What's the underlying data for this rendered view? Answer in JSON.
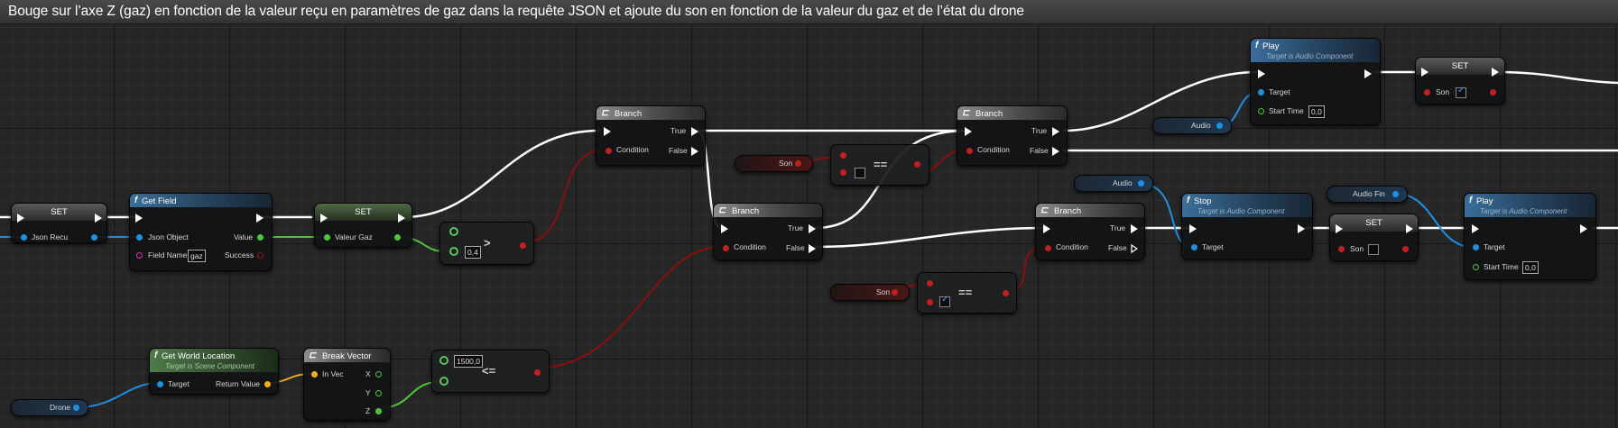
{
  "comment": {
    "title": "Bouge sur l’axe Z (gaz) en fonction de la valeur reçu en paramètres de gaz dans la requête JSON et ajoute du son en fonction de la valeur du gaz et de l’état du drone"
  },
  "colors": {
    "exec": "#ffffff",
    "object": "#1f8fe0",
    "string": "#e032c0",
    "bool": "#9a1414",
    "float": "#4fc43a",
    "vector": "#f0b020"
  },
  "icons": {
    "function": "f",
    "branch": "branch-icon",
    "break": "break-icon"
  },
  "nodes": {
    "set_json": {
      "title": "SET",
      "pin_json": "Json Recu"
    },
    "get_field": {
      "title": "Get Field",
      "pin_json_object": "Json Object",
      "pin_field_name": "Field Name",
      "field_name_value": "gaz",
      "pin_value": "Value",
      "pin_success": "Success"
    },
    "set_gaz": {
      "title": "SET",
      "pin_valeur_gaz": "Valeur Gaz"
    },
    "compare_gt": {
      "operator": ">",
      "b_value": "0,4"
    },
    "branch_1": {
      "title": "Branch",
      "pin_true": "True",
      "pin_false": "False",
      "pin_condition": "Condition"
    },
    "branch_2": {
      "title": "Branch",
      "pin_true": "True",
      "pin_false": "False",
      "pin_condition": "Condition"
    },
    "branch_3": {
      "title": "Branch",
      "pin_true": "True",
      "pin_false": "False",
      "pin_condition": "Condition"
    },
    "branch_4": {
      "title": "Branch",
      "pin_true": "True",
      "pin_false": "False",
      "pin_condition": "Condition"
    },
    "son_var_1": {
      "label": "Son"
    },
    "son_var_2": {
      "label": "Son"
    },
    "eq_1": {
      "operator": "=="
    },
    "eq_2": {
      "operator": "=="
    },
    "audio_var_1": {
      "label": "Audio"
    },
    "audio_var_2": {
      "label": "Audio"
    },
    "audio_fin_var": {
      "label": "Audio Fin"
    },
    "play_1": {
      "title": "Play",
      "subtitle": "Target is Audio Component",
      "pin_target": "Target",
      "pin_start_time": "Start Time",
      "start_time_value": "0,0"
    },
    "play_2": {
      "title": "Play",
      "subtitle": "Target is Audio Component",
      "pin_target": "Target",
      "pin_start_time": "Start Time",
      "start_time_value": "0,0"
    },
    "stop": {
      "title": "Stop",
      "subtitle": "Target is Audio Component",
      "pin_target": "Target"
    },
    "set_son_1": {
      "title": "SET",
      "pin_son": "Son",
      "checked": true
    },
    "set_son_2": {
      "title": "SET",
      "pin_son": "Son",
      "checked": false
    },
    "get_world_location": {
      "title": "Get World Location",
      "subtitle": "Target is Scene Component",
      "pin_target": "Target",
      "pin_return": "Return Value"
    },
    "break_vector": {
      "title": "Break Vector",
      "pin_in_vec": "In Vec",
      "pin_x": "X",
      "pin_y": "Y",
      "pin_z": "Z"
    },
    "compare_le": {
      "operator": "<=",
      "a_value": "1500,0"
    },
    "drone_var": {
      "label": "Drone"
    }
  }
}
